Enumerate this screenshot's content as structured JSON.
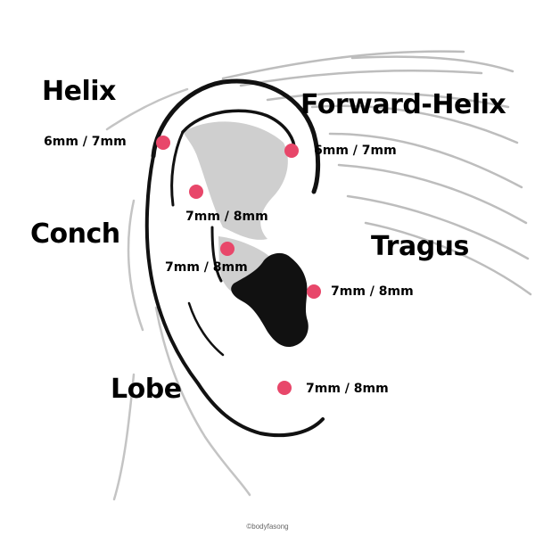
{
  "diagram": {
    "colors": {
      "marker": "#e8476a",
      "outline": "#111111",
      "shade": "#cfcfcf",
      "hair": "#bdbdbd",
      "text": "#000000"
    },
    "piercings": [
      {
        "name": "Helix",
        "size": "6mm / 7mm"
      },
      {
        "name": "Forward-Helix",
        "size": "6mm / 7mm"
      },
      {
        "name": "Conch",
        "size": "7mm / 8mm"
      },
      {
        "name": "Conch",
        "size": "7mm / 8mm"
      },
      {
        "name": "Tragus",
        "size": "7mm / 8mm"
      },
      {
        "name": "Lobe",
        "size": "7mm / 8mm"
      }
    ],
    "credit": "©bodyfasong"
  }
}
